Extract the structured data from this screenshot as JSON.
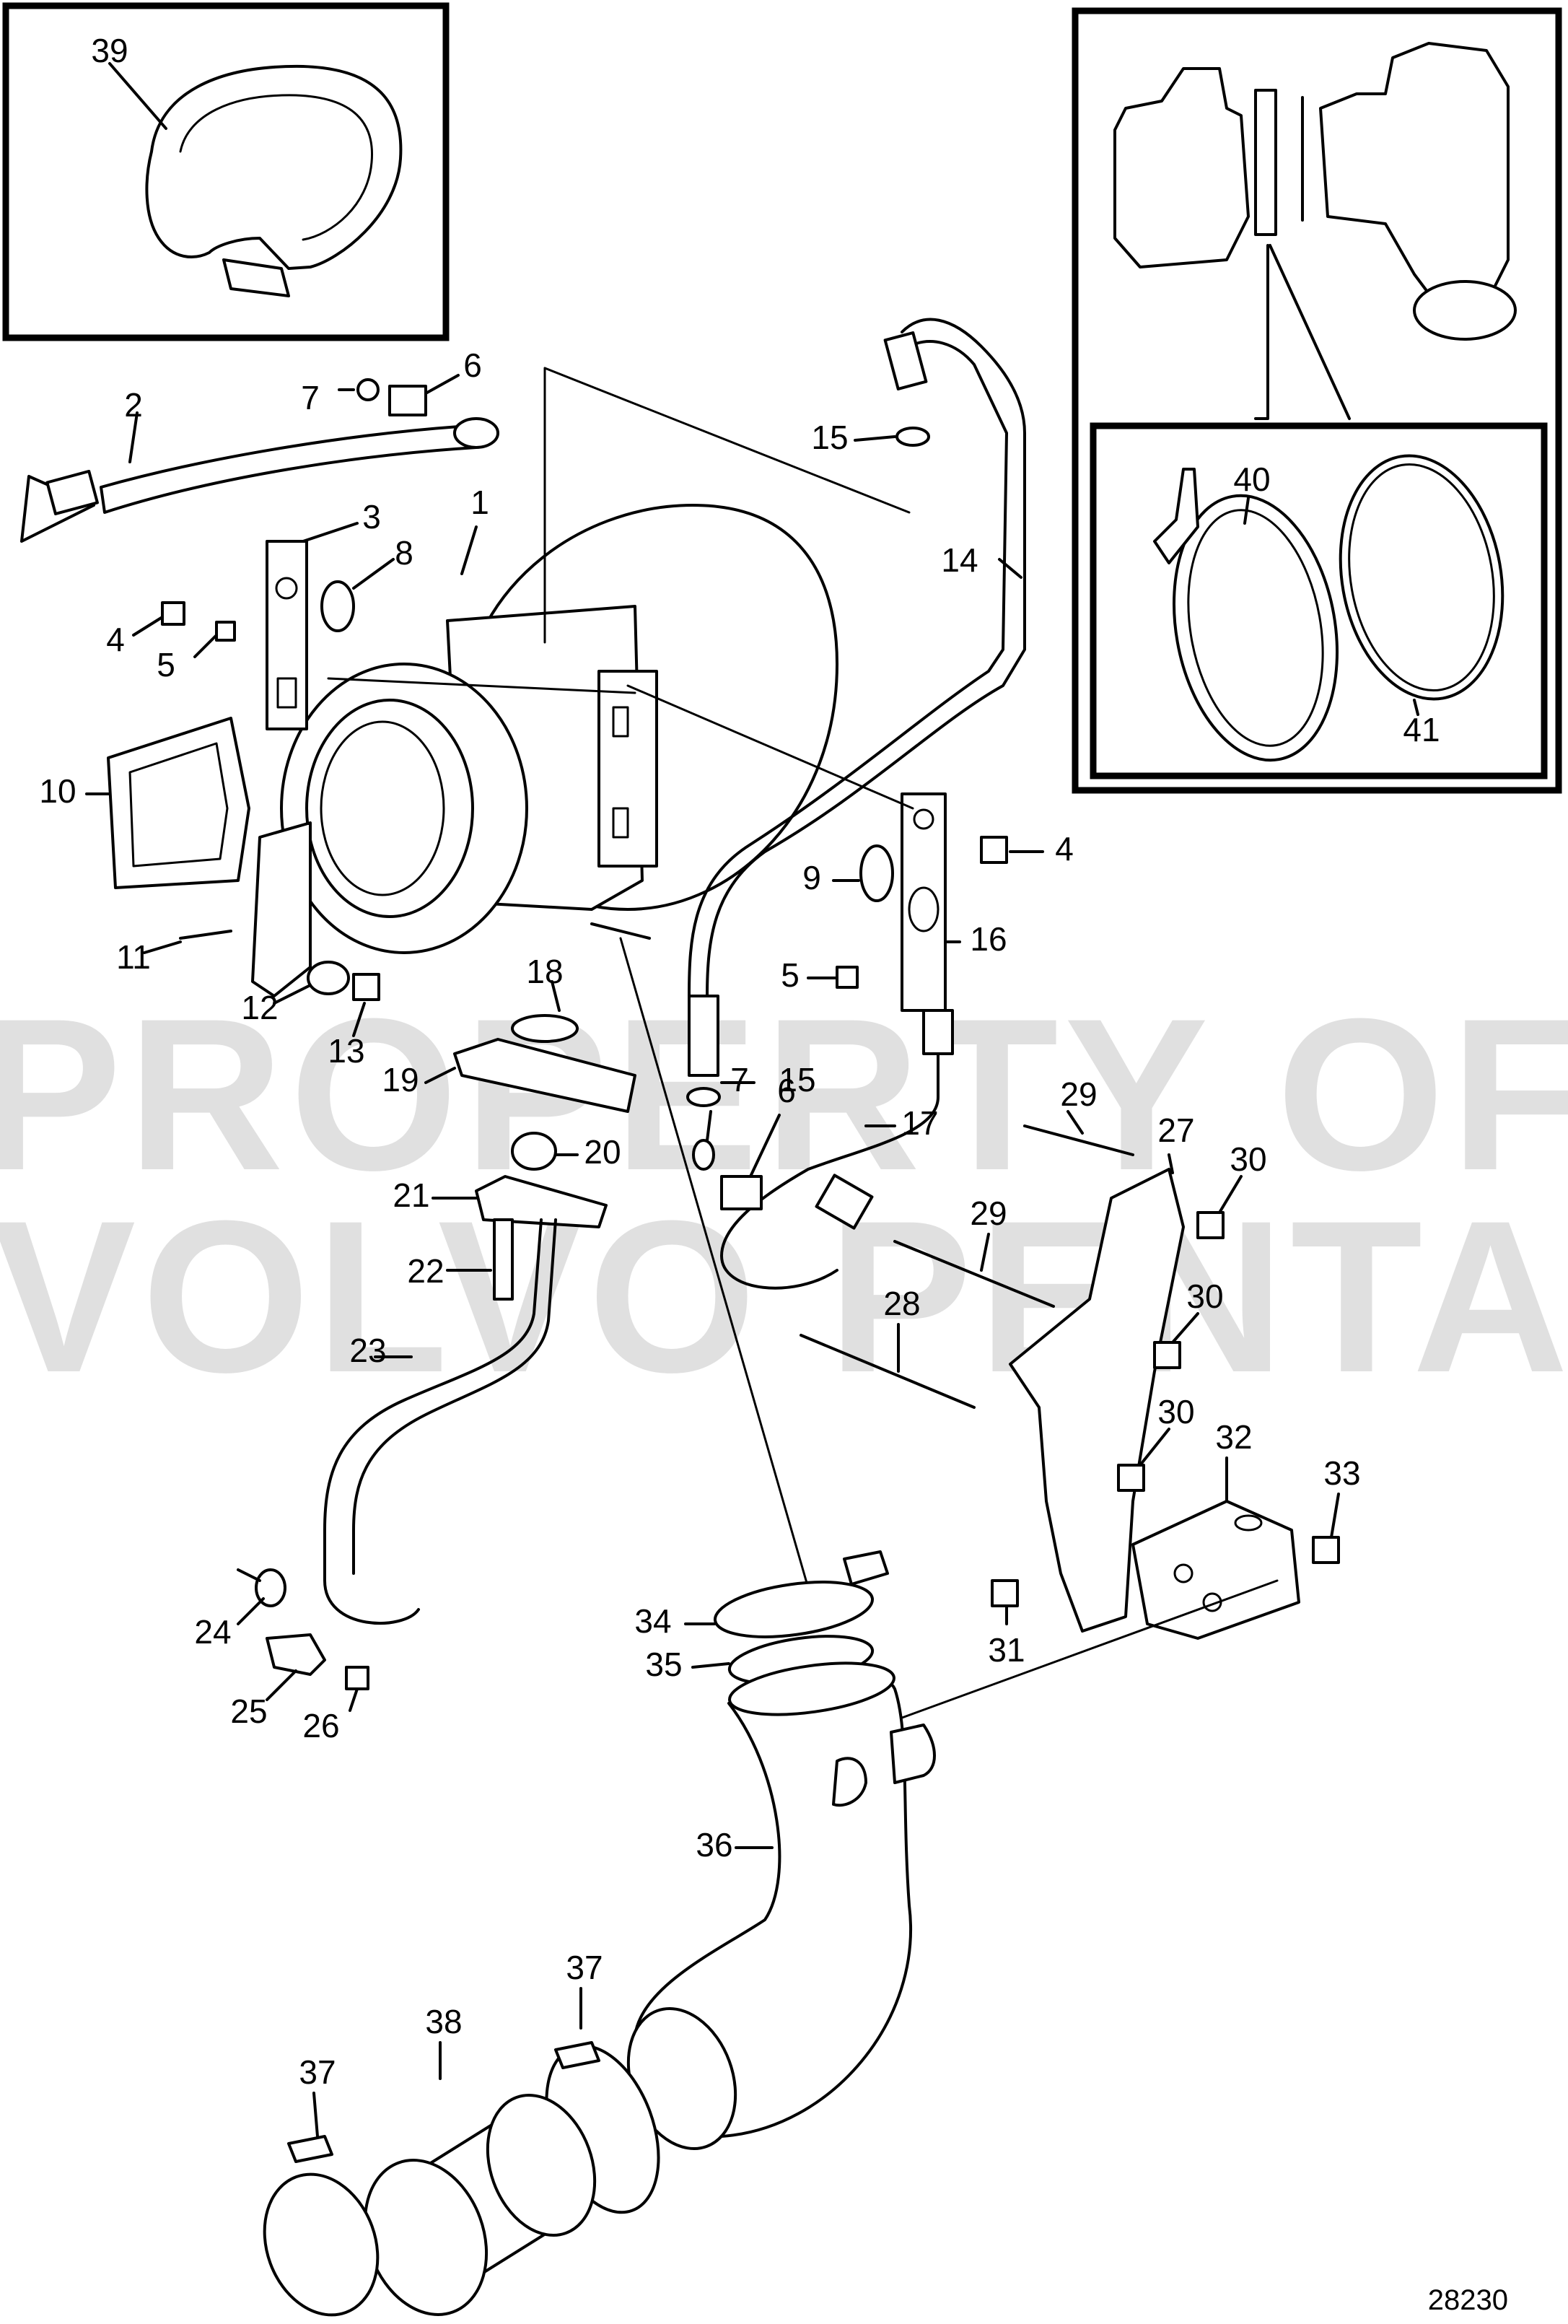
{
  "diagram": {
    "reference_number": "28230",
    "watermark": [
      "PROPERTY OF",
      "VOLVO PENTA"
    ],
    "callouts": {
      "c1": "1",
      "c2": "2",
      "c3": "3",
      "c4a": "4",
      "c4b": "4",
      "c5a": "5",
      "c5b": "5",
      "c6a": "6",
      "c6b": "6",
      "c7a": "7",
      "c7b": "7",
      "c8": "8",
      "c9": "9",
      "c10": "10",
      "c11": "11",
      "c12": "12",
      "c13": "13",
      "c14": "14",
      "c15a": "15",
      "c15b": "15",
      "c16": "16",
      "c17": "17",
      "c18": "18",
      "c19": "19",
      "c20": "20",
      "c21": "21",
      "c22": "22",
      "c23": "23",
      "c24": "24",
      "c25": "25",
      "c26": "26",
      "c27": "27",
      "c28": "28",
      "c29a": "29",
      "c29b": "29",
      "c30a": "30",
      "c30b": "30",
      "c30c": "30",
      "c31": "31",
      "c32": "32",
      "c33": "33",
      "c34": "34",
      "c35": "35",
      "c36": "36",
      "c37a": "37",
      "c37b": "37",
      "c38": "38",
      "c39": "39",
      "c40": "40",
      "c41": "41"
    }
  }
}
